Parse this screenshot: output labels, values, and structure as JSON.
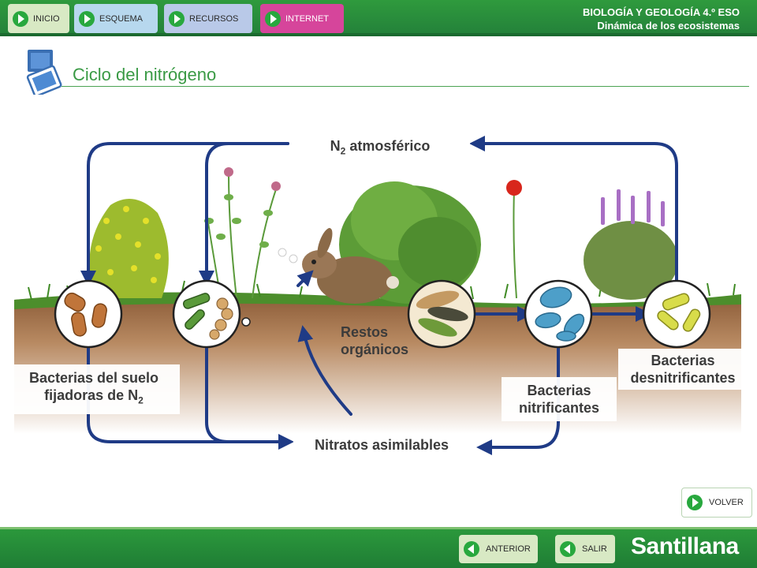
{
  "nav": {
    "inicio": "INICIO",
    "esquema": "ESQUEMA",
    "recursos": "RECURSOS",
    "internet": "INTERNET"
  },
  "book": {
    "line1": "BIOLOGÍA Y GEOLOGÍA 4.º ESO",
    "line2": "Dinámica de los ecosistemas"
  },
  "page_title": "Ciclo del nitrógeno",
  "diagram": {
    "n2_symbol": "N",
    "n2_subscript": "2",
    "n2_rest": " atmosférico",
    "restos_line1": "Restos",
    "restos_line2": "orgánicos",
    "fijadoras_line1": "Bacterias del suelo",
    "fijadoras_line2": "fijadoras de N",
    "fijadoras_sub": "2",
    "nitrificantes_line1": "Bacterias",
    "nitrificantes_line2": "nitrificantes",
    "desnitrificantes_line1": "Bacterias",
    "desnitrificantes_line2": "desnitrificantes",
    "nitratos": "Nitratos asimilables"
  },
  "colors": {
    "arrow": "#1f3b86",
    "accent": "#2f9a3d",
    "soil": "#8a5a36"
  },
  "volver": "VOLVER",
  "footer": {
    "anterior": "ANTERIOR",
    "salir": "SALIR",
    "brand": "Santillana"
  }
}
